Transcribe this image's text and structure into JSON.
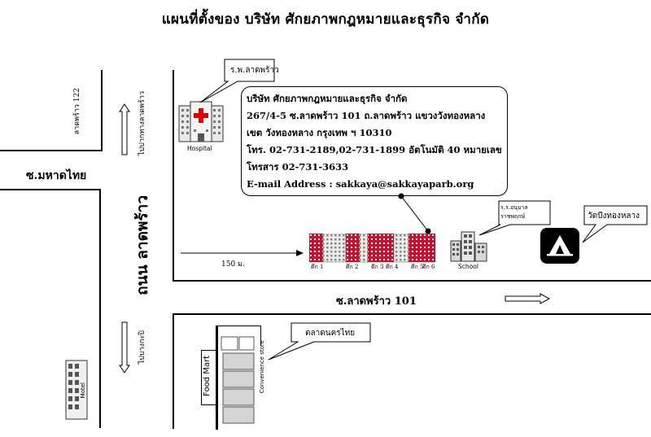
{
  "title": "แผนที่ตั้งของ บริษัท ศักยภาพกฎหมายและธุรกิจ จำกัด",
  "roads": {
    "ladprao_122": "ลาดพร้าว 122",
    "to_ladprao_1": "ไปปากทางลาดพร้าว",
    "soi_mahadthai": "ซ.มหาดไทย",
    "thanon_ladprao": "ถนน ลาดพร้าว",
    "to_bangkapi": "ไปบางกะปิ",
    "soi_ladprao_101": "ซ.ลาดพร้าว 101",
    "distance": "150 ม."
  },
  "landmarks": {
    "hospital_callout": "ร.พ.ลาดพร้าว",
    "hospital_label": "Hospital",
    "school_callout": "ร.ร.อนุบาลราชพฤกษ์",
    "school_label": "School",
    "temple_callout": "วัดบึงทองหลาง",
    "market_callout": "ตลาดนครไทย",
    "food_mart": "Food Mart",
    "convenience": "Convenience store",
    "motel": "Motel"
  },
  "building_labels": [
    "ตึก 1",
    "ตึก 2",
    "ตึก 3",
    "ตึก 4",
    "ตึก 5",
    "ตึก 6"
  ],
  "company": {
    "name": "บริษัท ศักยภาพกฎหมายและธุรกิจ จำกัด",
    "address1": "267/4-5 ซ.ลาดพร้าว 101 ถ.ลาดพร้าว แขวงวังทองหลาง",
    "address2": "เขต วังทองหลาง กรุงเทพ ฯ 10310",
    "phone": "โทร. 02-731-2189,02-731-1899 อัตโนมัติ 40 หมายเลข",
    "fax": "โทรสาร 02-731-3633",
    "email": "E-mail Address : sakkaya@sakkayaparb.org"
  },
  "colors": {
    "building_red": "#c8102e",
    "line": "#000000"
  }
}
